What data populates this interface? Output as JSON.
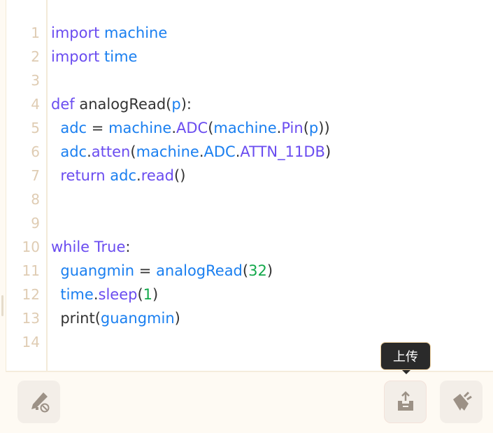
{
  "editor": {
    "line_numbers": [
      "1",
      "2",
      "3",
      "4",
      "5",
      "6",
      "7",
      "8",
      "9",
      "10",
      "11",
      "12",
      "13",
      "14"
    ],
    "lines": [
      [
        [
          "import",
          "kw"
        ],
        [
          " ",
          "op"
        ],
        [
          "machine",
          "id"
        ]
      ],
      [
        [
          "import",
          "kw"
        ],
        [
          " ",
          "op"
        ],
        [
          "time",
          "id"
        ]
      ],
      [],
      [
        [
          "def",
          "kw"
        ],
        [
          " analogRead(",
          "op"
        ],
        [
          "p",
          "id"
        ],
        [
          "):",
          "op"
        ]
      ],
      [
        [
          "  ",
          "op"
        ],
        [
          "adc",
          "id"
        ],
        [
          " = ",
          "op"
        ],
        [
          "machine",
          "id"
        ],
        [
          ".",
          "op"
        ],
        [
          "ADC",
          "kw"
        ],
        [
          "(",
          "op"
        ],
        [
          "machine",
          "id"
        ],
        [
          ".",
          "op"
        ],
        [
          "Pin",
          "kw"
        ],
        [
          "(",
          "op"
        ],
        [
          "p",
          "id"
        ],
        [
          "))",
          "op"
        ]
      ],
      [
        [
          "  ",
          "op"
        ],
        [
          "adc",
          "id"
        ],
        [
          ".",
          "op"
        ],
        [
          "atten",
          "kw"
        ],
        [
          "(",
          "op"
        ],
        [
          "machine",
          "id"
        ],
        [
          ".",
          "op"
        ],
        [
          "ADC",
          "id"
        ],
        [
          ".",
          "op"
        ],
        [
          "ATTN_11DB",
          "kw"
        ],
        [
          ")",
          "op"
        ]
      ],
      [
        [
          "  ",
          "op"
        ],
        [
          "return",
          "kw"
        ],
        [
          " ",
          "op"
        ],
        [
          "adc",
          "id"
        ],
        [
          ".",
          "op"
        ],
        [
          "read",
          "kw"
        ],
        [
          "()",
          "op"
        ]
      ],
      [],
      [],
      [
        [
          "while",
          "kw"
        ],
        [
          " ",
          "op"
        ],
        [
          "True",
          "kw"
        ],
        [
          ":",
          "op"
        ]
      ],
      [
        [
          "  ",
          "op"
        ],
        [
          "guangmin",
          "id"
        ],
        [
          " = ",
          "op"
        ],
        [
          "analogRead",
          "id"
        ],
        [
          "(",
          "op"
        ],
        [
          "32",
          "num"
        ],
        [
          ")",
          "op"
        ]
      ],
      [
        [
          "  ",
          "op"
        ],
        [
          "time",
          "id"
        ],
        [
          ".",
          "op"
        ],
        [
          "sleep",
          "kw"
        ],
        [
          "(",
          "op"
        ],
        [
          "1",
          "num"
        ],
        [
          ")",
          "op"
        ]
      ],
      [
        [
          "  print(",
          "op"
        ],
        [
          "guangmin",
          "id"
        ],
        [
          ")",
          "op"
        ]
      ],
      []
    ]
  },
  "toolbar": {
    "upload_tooltip": "上传"
  }
}
